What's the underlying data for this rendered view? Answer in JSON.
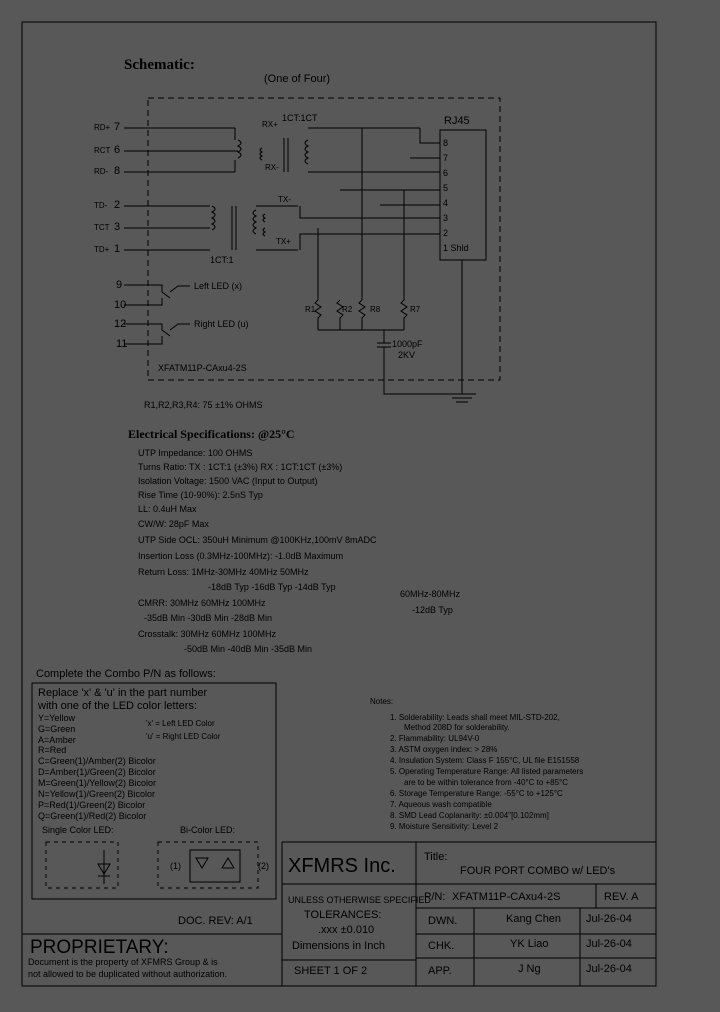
{
  "schematic": {
    "title": "Schematic:",
    "subtitle": "(One of Four)",
    "pins_left": [
      {
        "label": "RD+",
        "num": "7"
      },
      {
        "label": "RCT",
        "num": "6"
      },
      {
        "label": "RD-",
        "num": "8"
      },
      {
        "label": "TD-",
        "num": "2"
      },
      {
        "label": "TCT",
        "num": "3"
      },
      {
        "label": "TD+",
        "num": "1"
      }
    ],
    "transformer_rx": "1CT:1CT",
    "rx_plus": "RX+",
    "rx_minus": "RX-",
    "tx_minus": "TX-",
    "tx_plus": "TX+",
    "transformer_tx": "1CT:1",
    "rj45_title": "RJ45",
    "rj45_pins": [
      "8",
      "7",
      "6",
      "5",
      "4",
      "3",
      "2",
      "1 Shld"
    ],
    "led_pins": [
      "9",
      "10",
      "12",
      "11"
    ],
    "left_led": "Left LED (x)",
    "right_led": "Right LED (u)",
    "resistors": [
      "R1",
      "R2",
      "R8",
      "R7"
    ],
    "cap_value": "1000pF",
    "cap_voltage": "2KV",
    "part_label": "XFATM11P-CAxu4-2S",
    "resistor_note": "R1,R2,R3,R4: 75 ±1% OHMS"
  },
  "electrical": {
    "title": "Electrical Specifications: @25°C",
    "lines": [
      "UTP Impedance: 100 OHMS",
      "Turns Ratio: TX : 1CT:1 (±3%)     RX : 1CT:1CT (±3%)",
      "Isolation Voltage: 1500 VAC (Input to Output)",
      "Rise Time (10-90%): 2.5nS Typ",
      "LL: 0.4uH Max",
      "CW/W: 28pF Max",
      "UTP Side OCL: 350uH Minimum @100KHz,100mV 8mADC",
      "Insertion Loss (0.3MHz-100MHz): -1.0dB Maximum",
      "Return Loss: 1MHz-30MHz     40MHz        50MHz",
      "-18dB Typ   -16dB Typ   -14dB Typ",
      "60MHz-80MHz",
      "-12dB Typ",
      "CMRR:  30MHz          60MHz          100MHz",
      "-35dB Min   -30dB Min   -28dB Min",
      "Crosstalk:  30MHz          60MHz          100MHz",
      "-50dB Min   -40dB Min   -35dB Min"
    ]
  },
  "combo": {
    "title": "Complete the Combo P/N as follows:",
    "lines": [
      "Replace 'x' & 'u' in the part number",
      "with one of the LED color letters:",
      "Y=Yellow",
      "G=Green",
      "A=Amber",
      "R=Red",
      "C=Green(1)/Amber(2) Bicolor",
      "D=Amber(1)/Green(2) Bicolor",
      "M=Green(1)/Yellow(2) Bicolor",
      "N=Yellow(1)/Green(2) Bicolor",
      "P=Red(1)/Green(2) Bicolor",
      "Q=Green(1)/Red(2) Bicolor"
    ],
    "x_note": "'x' = Left LED Color",
    "u_note": "'u' = Right LED Color",
    "single_led": "Single Color LED:",
    "bi_led": "Bi-Color LED:",
    "bi_1": "(1)",
    "bi_2": "(2)"
  },
  "notes": {
    "title": "Notes:",
    "items": [
      "1. Solderability: Leads shall meet MIL-STD-202,",
      "Method 208D for solderability.",
      "2. Flammability: UL94V-0",
      "3. ASTM oxygen index: > 28%",
      "4. Insulation System: Class F 155°C, UL file E151558",
      "5. Operating Temperature Range: All listed parameters",
      "are to be within tolerance from -40°C to +85°C",
      "6. Storage Temperature Range: -55°C to +125°C",
      "7. Aqueous wash compatible",
      "8. SMD Lead Coplanarity: ±0.004\"[0.102mm]",
      "9. Moisture Sensitivity: Level 2"
    ]
  },
  "title_block": {
    "company": "XFMRS Inc.",
    "title_label": "Title:",
    "title_value": "FOUR PORT COMBO w/ LED's",
    "unless": "UNLESS OTHERWISE SPECIFIED",
    "tolerances": "TOLERANCES:",
    "tol_value": ".xxx ±0.010",
    "dims": "Dimensions in Inch",
    "pn_label": "P/N:",
    "pn_value": "XFATM11P-CAxu4-2S",
    "rev": "REV. A",
    "dwn_label": "DWN.",
    "dwn_name": "Kang Chen",
    "dwn_date": "Jul-26-04",
    "chk_label": "CHK.",
    "chk_name": "YK Liao",
    "chk_date": "Jul-26-04",
    "app_label": "APP.",
    "app_name": "J Ng",
    "app_date": "Jul-26-04",
    "sheet": "SHEET 1 OF 2",
    "doc_rev": "DOC. REV: A/1",
    "proprietary": "PROPRIETARY:",
    "prop_text_1": "Document is the property of XFMRS Group & is",
    "prop_text_2": "not allowed to be duplicated without authorization."
  }
}
